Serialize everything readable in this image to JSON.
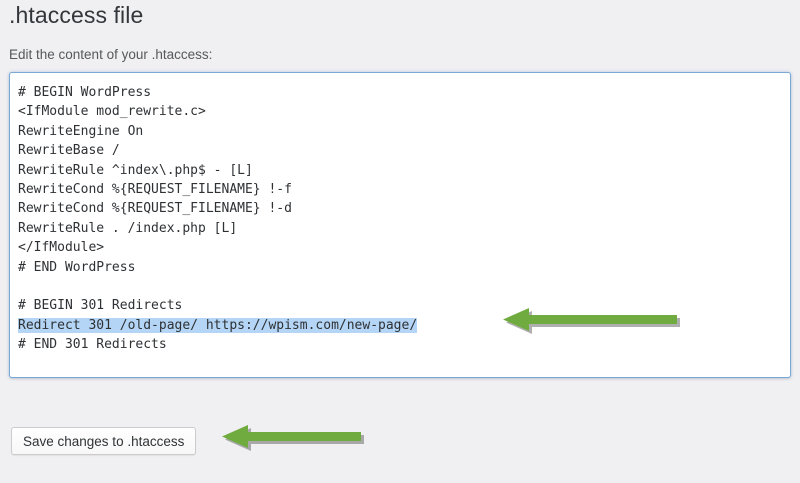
{
  "page": {
    "title": ".htaccess file",
    "instructions": "Edit the content of your .htaccess:",
    "background_color": "#f0eff1"
  },
  "editor": {
    "name": "htaccess-editor",
    "border_color": "#7aa9d6",
    "background_color": "#ffffff",
    "text_color": "#2e3134",
    "selection_color": "#b4d5f5",
    "selected_line_index": 12,
    "lines": [
      "# BEGIN WordPress",
      "<IfModule mod_rewrite.c>",
      "RewriteEngine On",
      "RewriteBase /",
      "RewriteRule ^index\\.php$ - [L]",
      "RewriteCond %{REQUEST_FILENAME} !-f",
      "RewriteCond %{REQUEST_FILENAME} !-d",
      "RewriteRule . /index.php [L]",
      "</IfModule>",
      "# END WordPress",
      "",
      "# BEGIN 301 Redirects",
      "Redirect 301 /old-page/ https://wpism.com/new-page/",
      "# END 301 Redirects"
    ],
    "full_text": "# BEGIN WordPress\n<IfModule mod_rewrite.c>\nRewriteEngine On\nRewriteBase /\nRewriteRule ^index\\.php$ - [L]\nRewriteCond %{REQUEST_FILENAME} !-f\nRewriteCond %{REQUEST_FILENAME} !-d\nRewriteRule . /index.php [L]\n</IfModule>\n# END WordPress\n\n# BEGIN 301 Redirects\nRedirect 301 /old-page/ https://wpism.com/new-page/\n# END 301 Redirects"
  },
  "actions": {
    "save_label": "Save changes to .htaccess"
  },
  "annotations": {
    "arrow_color": "#6fab3e",
    "arrow_shadow_color": "#6e6e6e",
    "items": [
      {
        "name": "arrow-pointing-to-redirect-line",
        "direction": "left"
      },
      {
        "name": "arrow-pointing-to-save-button",
        "direction": "left"
      }
    ]
  }
}
